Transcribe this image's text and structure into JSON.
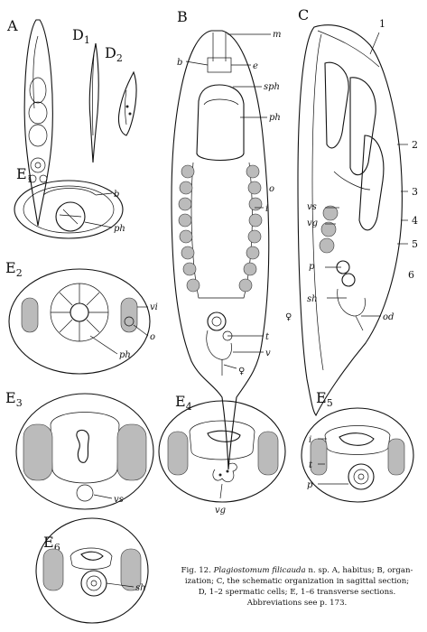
{
  "panels": {
    "A": "A",
    "D1": {
      "letter": "D",
      "sub": "1"
    },
    "D2": {
      "letter": "D",
      "sub": "2"
    },
    "B": "B",
    "C": "C",
    "E1": {
      "letter": "E",
      "sub": "1"
    },
    "E2": {
      "letter": "E",
      "sub": "2"
    },
    "E3": {
      "letter": "E",
      "sub": "3"
    },
    "E4": {
      "letter": "E",
      "sub": "4"
    },
    "E5": {
      "letter": "E",
      "sub": "5"
    },
    "E6": {
      "letter": "E",
      "sub": "6"
    }
  },
  "abbreviations_B": {
    "m": "m",
    "b": "b",
    "e": "e",
    "sph": "sph",
    "ph": "ph",
    "o": "o",
    "i": "i",
    "t": "t",
    "v": "v",
    "gender": "♀"
  },
  "abbreviations_C": {
    "vs": "vs",
    "vg": "vg",
    "p": "p",
    "sh": "sh",
    "od": "od",
    "gender": "♀"
  },
  "numbers_C": [
    "1",
    "2",
    "3",
    "4",
    "5",
    "6"
  ],
  "abbreviations_E": {
    "E1_b": "b",
    "E1_ph": "ph",
    "E2_vi": "vi",
    "E2_o": "o",
    "E2_ph": "ph",
    "E3_vs": "vs",
    "E4_vg": "vg",
    "E5_i": "i",
    "E5_t": "t",
    "E5_p": "p",
    "E6_sh": "sh"
  },
  "caption": {
    "line1_a": "Fig. 12.",
    "line1_b": "Plagiostomum filicauda",
    "line1_c": "n. sp. A, habitus; B, organ-",
    "line2": "ization; C, the schematic organization in sagittal section;",
    "line3": "D, 1–2 spermatic cells; E, 1–6 transverse sections.",
    "line4": "Abbreviations see p. 173."
  }
}
